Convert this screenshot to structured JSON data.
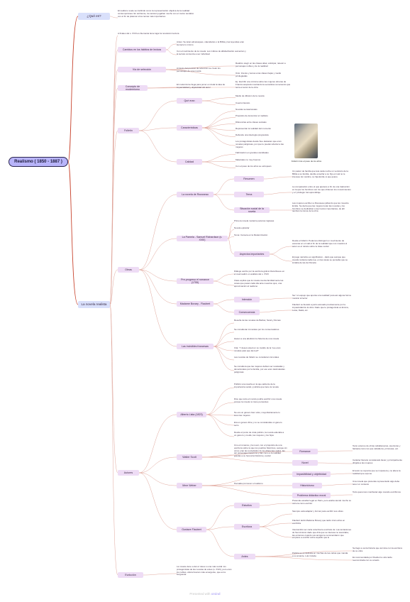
{
  "root": {
    "label": "Realismo ( 1850 - 1887 )"
  },
  "footer": {
    "text": "Presented with",
    "brand": "xmind"
  },
  "nodes": [
    {
      "id": "q1",
      "label": "¿Qué es?"
    },
    {
      "id": "q1d",
      "label": "El realismo suele ser definido como la representación objetiva de la realidad contemporánea. En ambiente, los autores jugaban mucho con el marco temático con el fin de plasmar otros temas más importantes"
    },
    {
      "id": "rn",
      "label": "La novela realista"
    },
    {
      "id": "ctx",
      "label": "A finales del s. XVIII en Alemania tiene lugar la revolución lectora"
    },
    {
      "id": "cam",
      "label": "Cambios en los hábitos de lectura"
    },
    {
      "id": "cam1",
      "label": "Antes: Se leían almanaques, calendarios o la Biblia y las leyendas eran siempre lo mismo"
    },
    {
      "id": "cam2",
      "label": "Con el nacimiento de la novela: Los índices de alfabetización aumentan y la lectura comienza a ser individual"
    },
    {
      "id": "sel",
      "label": "Vía de selección"
    },
    {
      "id": "sel1",
      "label": "A través del proceso de selección se crean los personajes de una novela"
    },
    {
      "id": "sel2",
      "label": "Realiza: elegir en las clases altas; anticipar, relevar a personajes nobles y de la realidad"
    },
    {
      "id": "sel3",
      "label": "Ocio: Interés y temas a las clases bajas y medio privilegiadas"
    },
    {
      "id": "con",
      "label": "Concepto de modernismo"
    },
    {
      "id": "con1",
      "label": "El modernismo llega para poner en duda la idea de imparcialidad y objetividad del autor"
    },
    {
      "id": "con2",
      "label": "Ej.: Escribir una crónica sobre las mujeres obreras de Francia aceptará mostrando la semántica conociendo que tenía el autor de la obra"
    },
    {
      "id": "fol",
      "label": "Folletín"
    },
    {
      "id": "qes",
      "label": "Qué eran"
    },
    {
      "id": "qes1",
      "label": "Medio de difusión de la novela"
    },
    {
      "id": "qes2",
      "label": "Cuento literario"
    },
    {
      "id": "car",
      "label": "Características"
    },
    {
      "id": "car1",
      "label": "Novelas sensacionales"
    },
    {
      "id": "car2",
      "label": "Propósito de denunciar el maltrato"
    },
    {
      "id": "car3",
      "label": "Diferencias entre clases sociales"
    },
    {
      "id": "car4",
      "label": "Representan la realidad del momento"
    },
    {
      "id": "car5",
      "label": "Defiende una ideología progresista"
    },
    {
      "id": "car6",
      "label": "Los protagonistas desde Sue destacan que eran novelas peligrosas, por que le pueden afectar a las mujeres"
    },
    {
      "id": "cal",
      "label": "Calidad"
    },
    {
      "id": "cal1",
      "label": "Fabricación en grandes cantidades"
    },
    {
      "id": "cal2",
      "label": "Materiales no muy buenos"
    },
    {
      "id": "cal3",
      "label": "Con el paso de los años se estropean"
    },
    {
      "id": "photo",
      "label": "Folletín tras el paso de los años"
    },
    {
      "id": "obr",
      "label": "Obras"
    },
    {
      "id": "nr",
      "label": "La novela de Rousseau"
    },
    {
      "id": "nr_res",
      "label": "Resumen"
    },
    {
      "id": "nr_res1",
      "label": "Un pastor de familia que leía cada noche un versículo de la Biblia a su familia, decide enseñar a su hijo el cual no le interesa. En cambio, su hija Emilie si que quiere"
    },
    {
      "id": "nr_tem",
      "label": "Tema"
    },
    {
      "id": "nr_tem1",
      "label": "La comparación entre el que aparece a fin de una traducción en la que los hombres son los que obtienen los conocimientos y el 'privilegio' del aprendizaje"
    },
    {
      "id": "nr_sit",
      "label": "Situación social de la novela"
    },
    {
      "id": "nr_sit1",
      "label": "Las mujeres escriben a Rousseau pidiendo que les muestre Emilie. Se decía que las mujeres leían las novelas y los hombres se dedicaban a leer textos importantes, de ahí también la trama de la obra"
    },
    {
      "id": "pam",
      "label": "La Pamela - Samuel Richardson (s. XVIII)"
    },
    {
      "id": "pam1",
      "label": "Primera novela moderna para las inglesas"
    },
    {
      "id": "pam2",
      "label": "Novela epistolar"
    },
    {
      "id": "pam3",
      "label": "Tema: Camera en la Modernización"
    },
    {
      "id": "pam_asp",
      "label": "Aspectos importantes"
    },
    {
      "id": "pam_asp1",
      "label": "Desde el folletín: Podemos distinguir un movimiento de escenas en el cuál el fin de la realidad que nos muestra el autor es el retrato sobre la clase social"
    },
    {
      "id": "pam_asp2",
      "label": "El pago narrativo es significativo - dado que aunque que cuando todavía nadie lea, en las casas se pensaba que se imitaba de las de Pamela"
    },
    {
      "id": "pro",
      "label": "Pre-progreso el romance (1755)"
    },
    {
      "id": "pro1",
      "label": "Diálogo escrito por la escritora gótica Clara Reeve en el cual realizó un análisis del s. XVIII"
    },
    {
      "id": "pro2",
      "label": "Clara explica que la novela cuenta familiarmente las cosas que pasan cada día ante nuestros ojos, una aproximación al realismo"
    },
    {
      "id": "mb",
      "label": "Madame Bovary - Flaubert"
    },
    {
      "id": "mb_int",
      "label": "Intención"
    },
    {
      "id": "mb_int1",
      "label": "Ser 'un espejo que apunta a la realidad' para así alguna forma mostrar al lector"
    },
    {
      "id": "mb_con",
      "label": "Consecuencia"
    },
    {
      "id": "mb_con1",
      "label": "Flaubert se llevado a juicio acusado precisamente por la impasividad de la obra. Dado que le protagonista es Emma, Luisa, Dadá, etc."
    },
    {
      "id": "inv",
      "label": "Las invisibles francesas"
    },
    {
      "id": "inv1",
      "label": "Reseña de las novelas de Balzac, Sand y Dumas"
    },
    {
      "id": "inv2",
      "label": "Se consideran inmorales por los conservadores"
    },
    {
      "id": "inv3",
      "label": "Hacen a una abolición la historia de una novela"
    },
    {
      "id": "inv4",
      "label": "Cita: 'Y deseó usted en su marido de la 'noe eran novelas para que las lea?'"
    },
    {
      "id": "inv5",
      "label": "Las novelas de folletín se consideran inmorales"
    },
    {
      "id": "inv6",
      "label": "Se considera que las mujeres debían ser recatadas y devocionales por la familia, por eso eran destinatarias peligrosas"
    },
    {
      "id": "aut",
      "label": "Autores"
    },
    {
      "id": "alas",
      "label": "Alberto Lista (1823)"
    },
    {
      "id": "alas1",
      "label": "Publicó una reseña en la que advierte de la importancia social y política que tiene la novela"
    },
    {
      "id": "alas2",
      "label": "Dice que todo el mundo podría escribir una novela porque la novela no tiene pensantes"
    },
    {
      "id": "alas3",
      "label": "No era un género bien visto, mayoritariamente lo leían las mujeres"
    },
    {
      "id": "alas4",
      "label": "Era un género libre y no se consideraba un género serio"
    },
    {
      "id": "alas5",
      "label": "Desde el punto de vista político, la novela educaba a un género y medio, las mujeres y los hijos"
    },
    {
      "id": "ws",
      "label": "Walter Scott"
    },
    {
      "id": "ws1",
      "label": "Uno el romance y la novel, con el propósito de una escritura sobre la que los pueblos históricos, aunque sin cómo eran las sociedades de los diferentes siglos, las así personajes históricos y dar como a la realidad gracias a su herencia histórica y social"
    },
    {
      "id": "ws_rom",
      "label": "Romance"
    },
    {
      "id": "ws_rom1",
      "label": "Texto extenso de obras caballerescas, aventuras y fantasía como los que caballeros, princesas, etc."
    },
    {
      "id": "ws_nov",
      "label": "Novel"
    },
    {
      "id": "ws_nov1",
      "label": "Carácter literario considerado llevar y principalmente dirigida a las mujeres"
    },
    {
      "id": "mar",
      "label": "Mme Weber"
    },
    {
      "id": "mar1",
      "label": "Pensaba promover el realismo"
    },
    {
      "id": "mar_imp",
      "label": "Impasibilidad y objetividad"
    },
    {
      "id": "mar_imp1",
      "label": "El autor se suponía que se impusiera y no altere la realidad que expone"
    },
    {
      "id": "mar_his",
      "label": "Historicismo"
    },
    {
      "id": "mar_his1",
      "label": "Una novela que pretende representarlo algo debe tener un contexto"
    },
    {
      "id": "mar_pro",
      "label": "Problema didáctico moral"
    },
    {
      "id": "mar_pro1",
      "label": "Todo queremos manifestar algo cuando escribimos"
    },
    {
      "id": "gf",
      "label": "Gustave Flaubert"
    },
    {
      "id": "gf_est",
      "label": "Estudios"
    },
    {
      "id": "gf_est1",
      "label": "Pretende estudiar legal en París, pero acaba siendo mucho su carrera como escritor"
    },
    {
      "id": "gf_esc",
      "label": "Escritura"
    },
    {
      "id": "gf_esc1",
      "label": "Siempre está adaptar y formar para escribir sus obras"
    },
    {
      "id": "gf_esc2",
      "label": "Flaubert tardó Madame Bovary que tardó cinco años en escribirla"
    },
    {
      "id": "gf_esc3",
      "label": "Intercambió ser carta colectiva la escritura de: Las tentaciones de San Antonio dado que dirá que se interesa no avanzaba, las entonces cuando sus amigos le recomendaron que empiece a escribir sobre aquello que le"
    },
    {
      "id": "gf_ant",
      "label": "Antes"
    },
    {
      "id": "gf_ant1",
      "label": "Se llegó a venta historia que termina con la escritura de su obra"
    },
    {
      "id": "gf_ant2",
      "label": "Es recomendada por Flaubert a otra tarde reencontrada con su amado"
    },
    {
      "id": "gf_ant3",
      "label": "Politica se es definida en muchas de las cartas que manda a su amante, Luis Colette"
    },
    {
      "id": "evo",
      "label": "Evolución"
    },
    {
      "id": "evo1",
      "label": "La novela viene a dar el relevo a una más social: los protagonistas de las novelas de antes (s. XVIII), pero eran los nobles, ahora buscan más emergente, que es la burguesía"
    }
  ]
}
